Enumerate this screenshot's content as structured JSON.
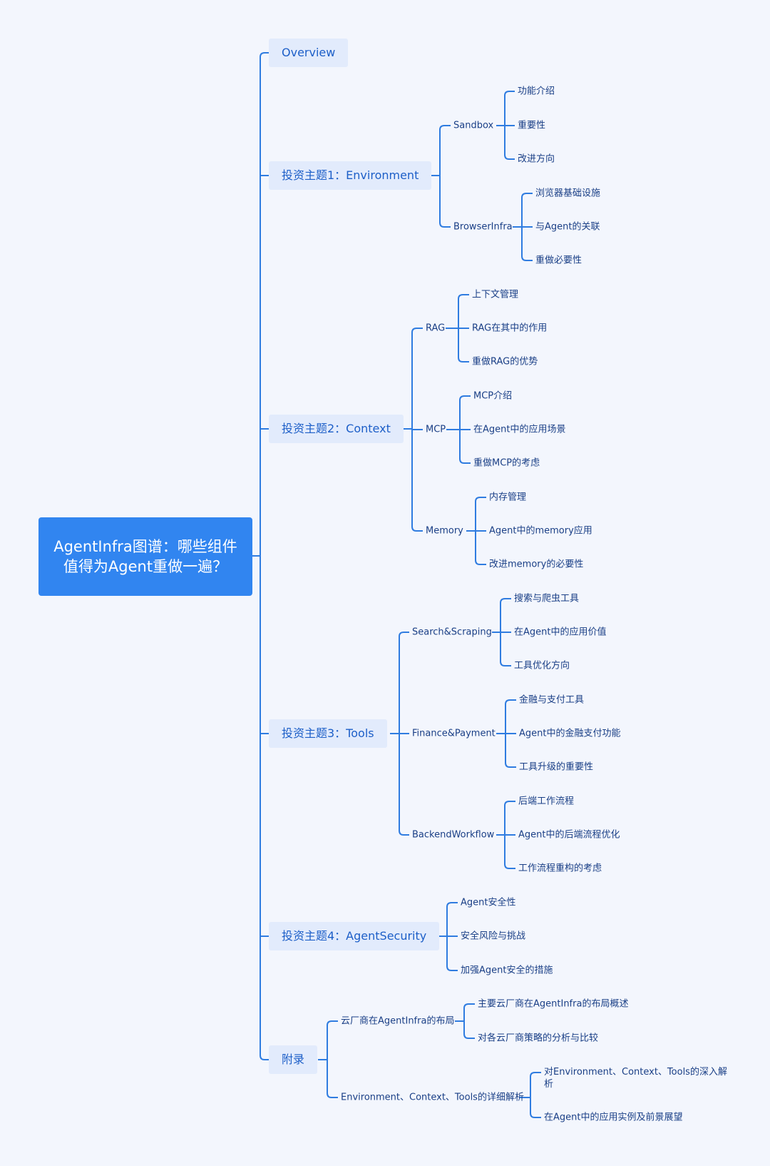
{
  "mindmap": {
    "root": "AgentInfra图谱：哪些组件值得为Agent重做一遍？",
    "topics": [
      {
        "label": "Overview",
        "children": []
      },
      {
        "label": "投资主题1：Environment",
        "children": [
          {
            "label": "Sandbox",
            "children": [
              {
                "label": "功能介绍"
              },
              {
                "label": "重要性"
              },
              {
                "label": "改进方向"
              }
            ]
          },
          {
            "label": "BrowserInfra",
            "children": [
              {
                "label": "浏览器基础设施"
              },
              {
                "label": "与Agent的关联"
              },
              {
                "label": "重做必要性"
              }
            ]
          }
        ]
      },
      {
        "label": "投资主题2：Context",
        "children": [
          {
            "label": "RAG",
            "children": [
              {
                "label": "上下文管理"
              },
              {
                "label": "RAG在其中的作用"
              },
              {
                "label": "重做RAG的优势"
              }
            ]
          },
          {
            "label": "MCP",
            "children": [
              {
                "label": "MCP介绍"
              },
              {
                "label": "在Agent中的应用场景"
              },
              {
                "label": "重做MCP的考虑"
              }
            ]
          },
          {
            "label": "Memory",
            "children": [
              {
                "label": "内存管理"
              },
              {
                "label": "Agent中的memory应用"
              },
              {
                "label": "改进memory的必要性"
              }
            ]
          }
        ]
      },
      {
        "label": "投资主题3：Tools",
        "children": [
          {
            "label": "Search&Scraping",
            "children": [
              {
                "label": "搜索与爬虫工具"
              },
              {
                "label": "在Agent中的应用价值"
              },
              {
                "label": "工具优化方向"
              }
            ]
          },
          {
            "label": "Finance&Payment",
            "children": [
              {
                "label": "金融与支付工具"
              },
              {
                "label": "Agent中的金融支付功能"
              },
              {
                "label": "工具升级的重要性"
              }
            ]
          },
          {
            "label": "BackendWorkflow",
            "children": [
              {
                "label": "后端工作流程"
              },
              {
                "label": "Agent中的后端流程优化"
              },
              {
                "label": "工作流程重构的考虑"
              }
            ]
          }
        ]
      },
      {
        "label": "投资主题4：AgentSecurity",
        "children": [
          {
            "label": "Agent安全性"
          },
          {
            "label": "安全风险与挑战"
          },
          {
            "label": "加强Agent安全的措施"
          }
        ]
      },
      {
        "label": "附录",
        "children": [
          {
            "label": "云厂商在AgentInfra的布局",
            "children": [
              {
                "label": "主要云厂商在AgentInfra的布局概述"
              },
              {
                "label": "对各云厂商策略的分析与比较"
              }
            ]
          },
          {
            "label": "Environment、Context、Tools的详细解析",
            "children": [
              {
                "label": "对Environment、Context、Tools的深入解析"
              },
              {
                "label": "在Agent中的应用实例及前景展望"
              }
            ]
          }
        ]
      }
    ]
  },
  "colors": {
    "line": "#2f7ce0",
    "root_bg": "#3185f0",
    "topic_bg": "#e2ebfc",
    "topic_text": "#1d5fc8",
    "node_text": "#1a3f86",
    "background": "#f3f6fd"
  }
}
